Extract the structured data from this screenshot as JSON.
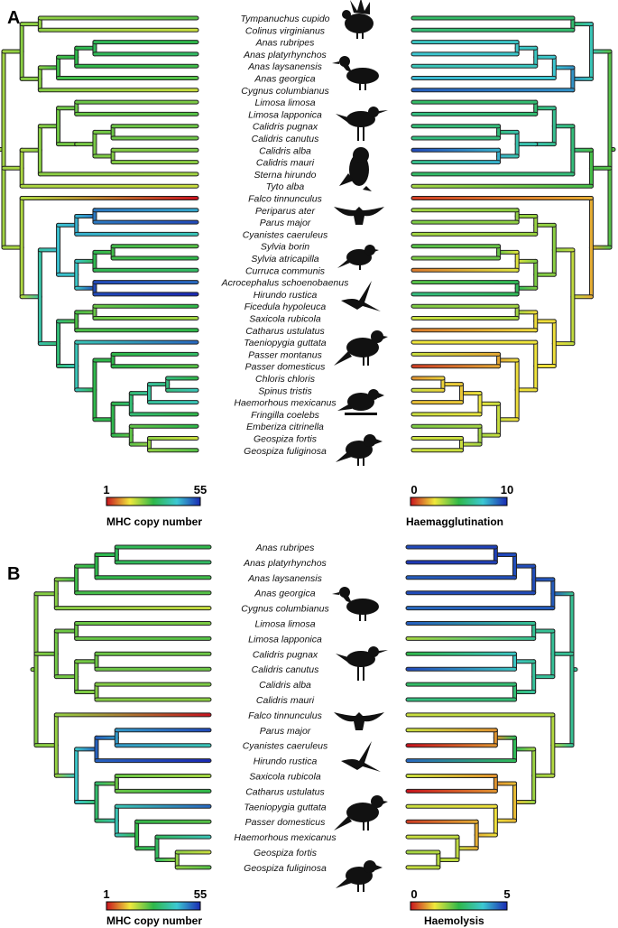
{
  "panels": [
    {
      "label": "A",
      "species": [
        "Tympanuchus cupido",
        "Colinus virginianus",
        "Anas rubripes",
        "Anas platyrhynchos",
        "Anas laysanensis",
        "Anas georgica",
        "Cygnus columbianus",
        "Limosa limosa",
        "Limosa lapponica",
        "Calidris pugnax",
        "Calidris canutus",
        "Calidris alba",
        "Calidris mauri",
        "Sterna hirundo",
        "Tyto alba",
        "Falco tinnunculus",
        "Periparus ater",
        "Parus major",
        "Cyanistes caeruleus",
        "Sylvia borin",
        "Sylvia atricapilla",
        "Curruca communis",
        "Acrocephalus schoenobaenus",
        "Hirundo rustica",
        "Ficedula hypoleuca",
        "Saxicola rubicola",
        "Catharus ustulatus",
        "Taeniopygia guttata",
        "Passer montanus",
        "Passer domesticus",
        "Chloris chloris",
        "Spinus tristis",
        "Haemorhous mexicanus",
        "Fringilla coelebs",
        "Emberiza citrinella",
        "Geospiza fortis",
        "Geospiza fuliginosa"
      ],
      "left_values": [
        0.45,
        0.3,
        0.5,
        0.55,
        0.48,
        0.45,
        0.3,
        0.4,
        0.45,
        0.42,
        0.42,
        0.4,
        0.38,
        0.35,
        0.3,
        0.0,
        0.8,
        0.95,
        0.7,
        0.45,
        0.5,
        0.55,
        0.9,
        1.0,
        0.5,
        0.35,
        0.5,
        0.9,
        0.55,
        0.45,
        0.5,
        0.7,
        0.7,
        0.5,
        0.5,
        0.3,
        0.45
      ],
      "right_values": [
        0.55,
        0.58,
        0.72,
        0.75,
        0.7,
        0.78,
        0.92,
        0.55,
        0.6,
        0.58,
        0.6,
        0.95,
        0.62,
        0.55,
        0.35,
        0.05,
        0.35,
        0.4,
        0.35,
        0.45,
        0.4,
        0.12,
        0.45,
        0.6,
        0.4,
        0.3,
        0.12,
        0.25,
        0.3,
        0.05,
        0.15,
        0.3,
        0.2,
        0.3,
        0.4,
        0.3
      ],
      "left_legend": {
        "min": "1",
        "max": "55",
        "title": "MHC copy number"
      },
      "right_legend": {
        "min": "0",
        "max": "10",
        "title": "Haemagglutination"
      }
    },
    {
      "label": "B",
      "species": [
        "Anas rubripes",
        "Anas platyrhynchos",
        "Anas laysanensis",
        "Anas georgica",
        "Cygnus columbianus",
        "Limosa limosa",
        "Limosa lapponica",
        "Calidris pugnax",
        "Calidris canutus",
        "Calidris alba",
        "Calidris mauri",
        "Falco tinnunculus",
        "Parus major",
        "Cyanistes caeruleus",
        "Hirundo rustica",
        "Saxicola rubicola",
        "Catharus ustulatus",
        "Taeniopygia guttata",
        "Passer domesticus",
        "Haemorhous mexicanus",
        "Geospiza fortis",
        "Geospiza fuliginosa"
      ],
      "left_values": [
        0.5,
        0.55,
        0.48,
        0.45,
        0.3,
        0.4,
        0.45,
        0.42,
        0.42,
        0.4,
        0.38,
        0.0,
        0.95,
        0.7,
        1.0,
        0.35,
        0.5,
        0.9,
        0.45,
        0.7,
        0.3,
        0.45
      ],
      "right_values": [
        0.95,
        0.98,
        0.92,
        0.95,
        0.9,
        0.92,
        0.35,
        0.5,
        0.95,
        0.55,
        0.6,
        0.3,
        0.3,
        0.0,
        0.9,
        0.3,
        0.0,
        0.3,
        0.05,
        0.3,
        0.35,
        0.3
      ],
      "left_legend": {
        "min": "1",
        "max": "55",
        "title": "MHC copy number"
      },
      "right_legend": {
        "min": "0",
        "max": "5",
        "title": "Haemolysis"
      }
    }
  ],
  "palette": {
    "red": "#c8141e",
    "yellow": "#f0e83c",
    "green": "#2fb84a",
    "cyan": "#3cc8d2",
    "blue": "#1a2ab4"
  }
}
